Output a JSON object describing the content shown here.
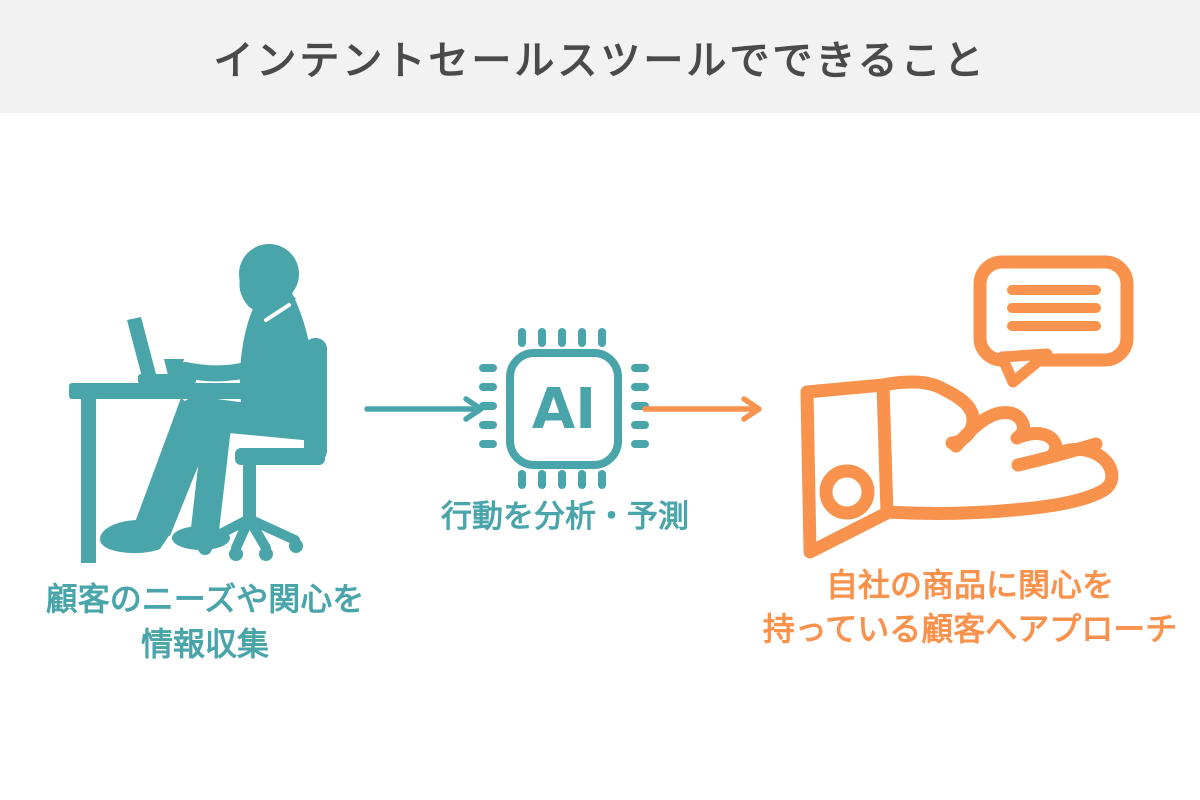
{
  "title": "インテントセールスツールでできること",
  "colors": {
    "teal": "#4AA5AB",
    "orange": "#F8924D",
    "title_text": "#4A4A4A",
    "header_background": "#F2F2F2",
    "page_background": "#FFFFFF"
  },
  "flow": {
    "step1": {
      "caption_line1": "顧客のニーズや関心を",
      "caption_line2": "情報収集",
      "icon": "person-working-at-desk"
    },
    "step2": {
      "caption": "行動を分析・予測",
      "chip_label": "AI",
      "icon": "ai-chip"
    },
    "step3": {
      "caption_line1": "自社の商品に関心を",
      "caption_line2": "持っている顧客へアプローチ",
      "icon": "hand-offering-speech-bubble"
    }
  }
}
